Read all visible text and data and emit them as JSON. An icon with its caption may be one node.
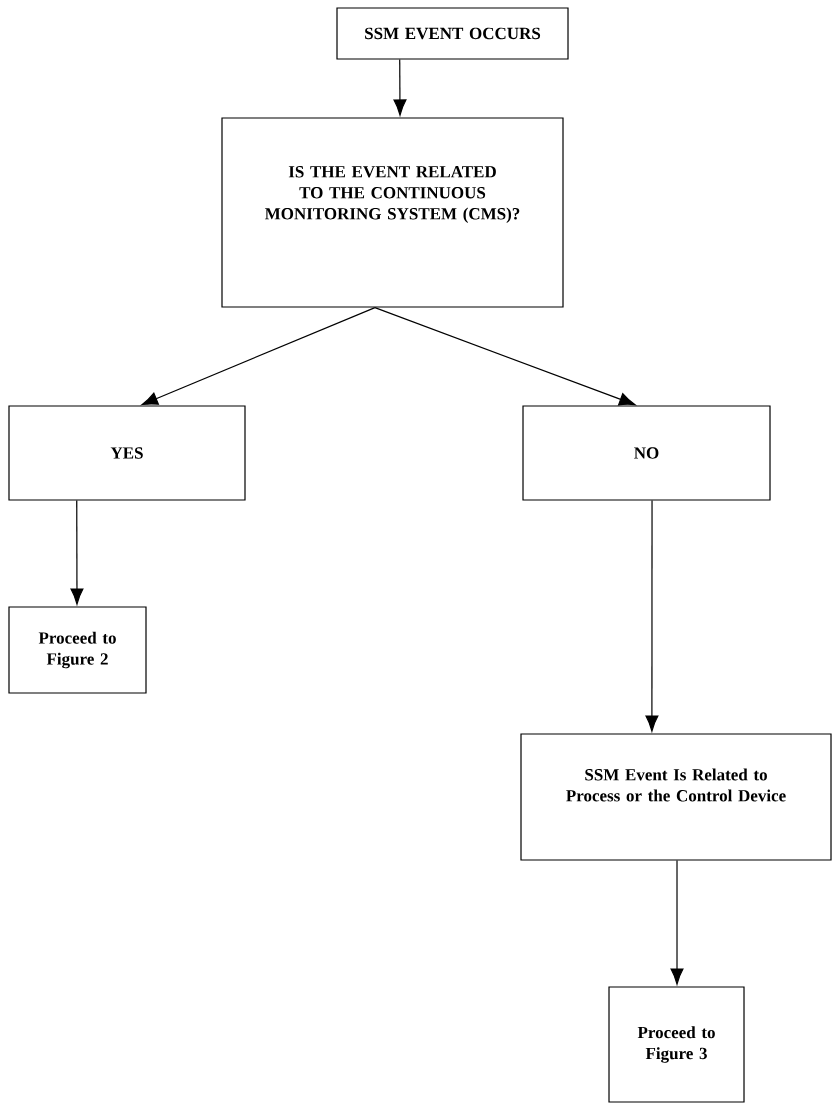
{
  "diagram": {
    "nodes": [
      {
        "text": [
          "SSM EVENT OCCURS"
        ]
      },
      {
        "text": [
          "IS THE EVENT RELATED TO THE CONTINUOUS MONITORING SYSTEM (CMS)?"
        ]
      },
      {
        "text": [
          "YES"
        ]
      },
      {
        "text": [
          "NO"
        ]
      },
      {
        "text": [
          "Proceed to Figure 2"
        ]
      },
      {
        "text": [
          "SSM Event Is Related to Process or the Control Device"
        ]
      },
      {
        "text": [
          "Proceed to Figure 3"
        ]
      }
    ],
    "edges": [
      {
        "from": 0,
        "to": 1,
        "arrow": "to"
      },
      {
        "from": 1,
        "to": 2,
        "arrow": "to"
      },
      {
        "from": 1,
        "to": 3,
        "arrow": "to"
      },
      {
        "from": 2,
        "to": 4,
        "arrow": "to"
      },
      {
        "from": 3,
        "to": 5,
        "arrow": "to"
      },
      {
        "from": 5,
        "to": 6,
        "arrow": "to"
      }
    ]
  }
}
